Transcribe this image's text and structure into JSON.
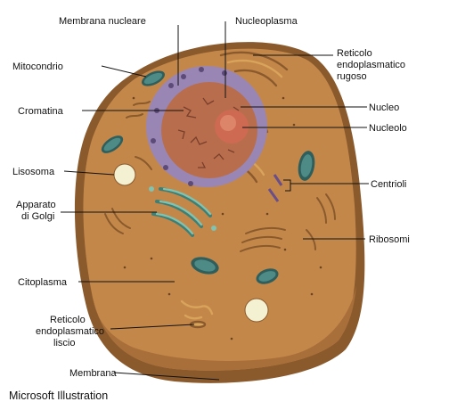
{
  "labels": {
    "membrana_nucleare": "Membrana nucleare",
    "nucleoplasma": "Nucleoplasma",
    "mitocondrio": "Mitocondrio",
    "reticolo_rugoso": [
      "Reticolo",
      "endoplasmatico",
      "rugoso"
    ],
    "cromatina": "Cromatina",
    "nucleo": "Nucleo",
    "nucleolo": "Nucleolo",
    "lisosoma": "Lisosoma",
    "centrioli": "Centrioli",
    "apparato_golgi": [
      "Apparato",
      "di Golgi"
    ],
    "ribosomi": "Ribosomi",
    "citoplasma": "Citoplasma",
    "reticolo_liscio": [
      "Reticolo",
      "endoplasmatico",
      "liscio"
    ],
    "membrana": "Membrana"
  },
  "credit": "Microsoft Illustration",
  "colors": {
    "cytoplasm": "#c4874a",
    "membrane_edge": "#8a5a2c",
    "nuclear_envelope": "#9a86b4",
    "nucleoplasm": "#b86e4c",
    "nucleolus": "#cf6a52",
    "mitochondrion": "#4e8a86",
    "golgi": "#7fc3b3",
    "er": "#d8a35a",
    "lysosome": "#f3f1d2"
  }
}
